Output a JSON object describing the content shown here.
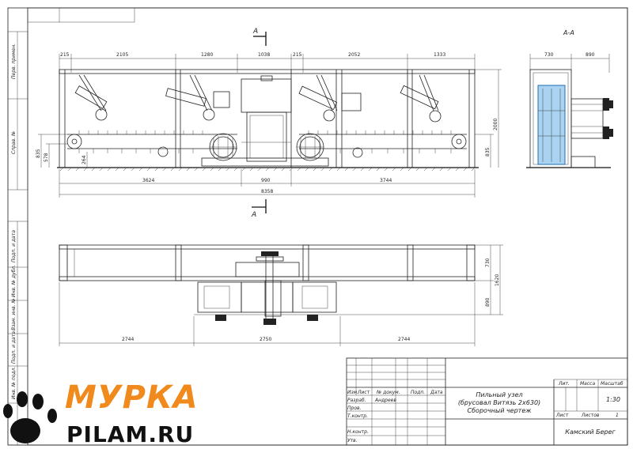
{
  "logo": {
    "word_top": "МУРКА",
    "word_bottom": "PILAM.RU",
    "top_color": "#f08a1c",
    "bottom_color": "#111111",
    "paw_icon": "paw-icon"
  },
  "side_stamps": [
    "Перв. примен.",
    "Справ. №",
    "Подп. и дата",
    "Инв. № дубл.",
    "Взам. инв. №",
    "Подп. и дата",
    "Инв. № подл."
  ],
  "section": {
    "label": "А-А",
    "cut_top": "А",
    "cut_bottom": "А"
  },
  "dims_front_top": [
    "215",
    "2105",
    "1280",
    "1038",
    "215",
    "2052",
    "1333"
  ],
  "dims_front_bottom": [
    "3624",
    "990",
    "3744"
  ],
  "dim_front_total": "8358",
  "dims_front_left": [
    "835",
    "578",
    "264"
  ],
  "dims_front_right": [
    "2000",
    "835"
  ],
  "dims_section_top": [
    "730",
    "890"
  ],
  "dims_plan_right": [
    "730",
    "890",
    "1620"
  ],
  "dims_plan_bottom": [
    "2744",
    "2750",
    "2744"
  ],
  "title_block": {
    "col_headers": [
      "Изм.",
      "Лист",
      "№ докум.",
      "Подп.",
      "Дата"
    ],
    "rows": [
      {
        "role": "Разраб.",
        "name": "Андреев"
      },
      {
        "role": "Пров.",
        "name": ""
      },
      {
        "role": "Т.контр.",
        "name": ""
      },
      {
        "role": "",
        "name": ""
      },
      {
        "role": "Н.контр.",
        "name": ""
      },
      {
        "role": "Утв.",
        "name": ""
      }
    ],
    "title_lines": [
      "Пильный узел",
      "(брусовал Витязь 2х630)",
      "Сборочный чертеж"
    ],
    "lit_label": "Лит.",
    "mass_label": "Масса",
    "scale_label": "Масштаб",
    "scale_value": "1:30",
    "sheet_label": "Лист",
    "sheets_label": "Листов",
    "sheets_value": "1",
    "organization": "Камский Берег"
  }
}
